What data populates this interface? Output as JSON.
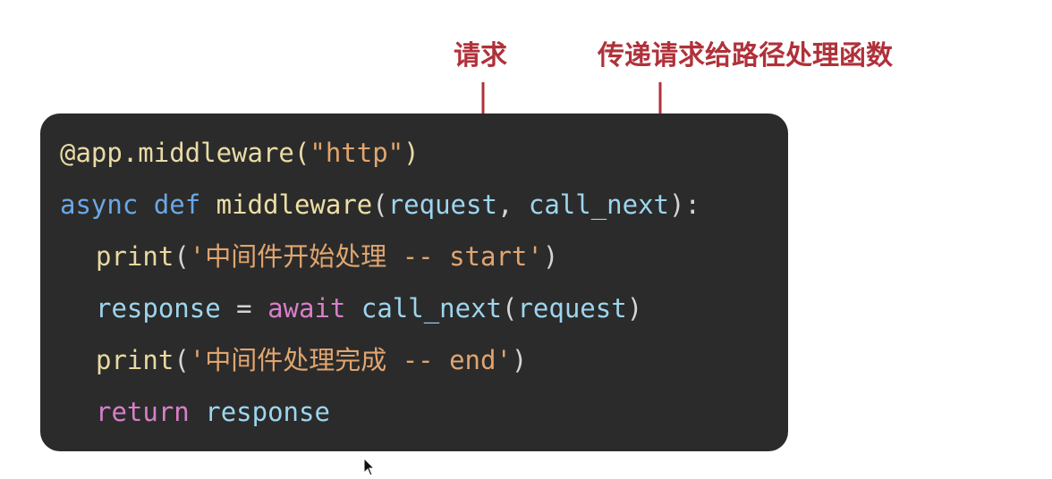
{
  "annotations": {
    "request_label": "请求",
    "pass_label": "传递请求给路径处理函数",
    "color": "#b0313a"
  },
  "code": {
    "background": "#2b2b2b",
    "line1": {
      "decorator": "@app.middleware(",
      "arg": "\"http\"",
      "close": ")"
    },
    "line2": {
      "async_kw": "async",
      "def_kw": "def",
      "func_name": "middleware",
      "open": "(",
      "param1": "request",
      "comma": ", ",
      "param2": "call_next",
      "close": "):"
    },
    "line3": {
      "builtin": "print",
      "open": "(",
      "string": "'中间件开始处理 -- start'",
      "close": ")"
    },
    "line4": {
      "var": "response",
      "eq": " = ",
      "await_kw": "await",
      "call": "call_next",
      "open": "(",
      "arg": "request",
      "close": ")"
    },
    "line5": {
      "builtin": "print",
      "open": "(",
      "string": "'中间件处理完成 -- end'",
      "close": ")"
    },
    "line6": {
      "return_kw": "return",
      "value": "response"
    }
  },
  "icons": {
    "arrow": "arrow-down-icon",
    "cursor": "mouse-pointer-icon"
  }
}
